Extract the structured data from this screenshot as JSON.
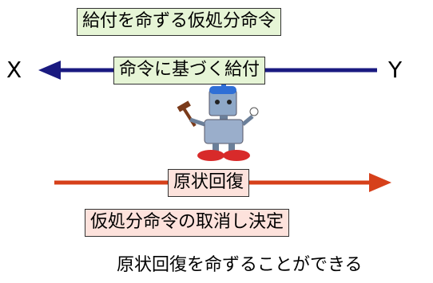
{
  "top_box": "給付を命ずる仮処分命令",
  "arrow_left": {
    "label": "命令に基づく給付",
    "left_end": "X",
    "right_end": "Y"
  },
  "arrow_right": {
    "label": "原状回復"
  },
  "cancel_box": "仮処分命令の取消し決定",
  "bottom_text": "原状回復を命ずることができる",
  "colors": {
    "blue_arrow": "#1a1a80",
    "red_arrow": "#d6401a",
    "green_box": "#e6f5d6",
    "pink_box": "#fde2dc"
  }
}
